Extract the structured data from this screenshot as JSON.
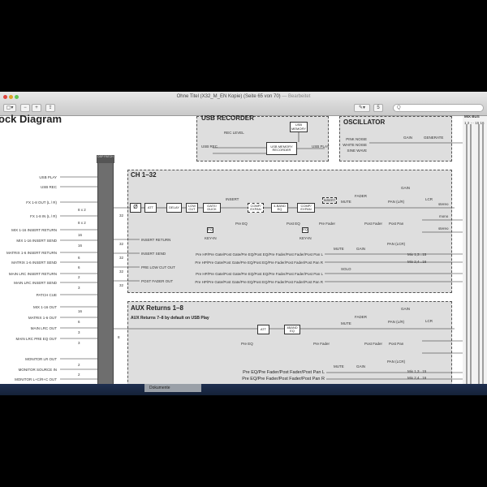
{
  "window": {
    "title": "Ohne Titel (X32_M_EN Kopie) (Seite 65 von 70)",
    "title_suffix": "— Bearbeitet",
    "toolbar": {
      "sidebar": "▢▾",
      "zoom_out": "−",
      "zoom_in": "+",
      "share": "⇪",
      "annotate": "✎▾",
      "page_number": "5",
      "edit": "✎",
      "search_placeholder": "Q"
    }
  },
  "dock": {
    "item": "Dokumente"
  },
  "diagram": {
    "heading": "ock Diagram",
    "usb_recorder": {
      "title": "USB RECORDER",
      "rec_level": "REC LEVEL",
      "usb_memory": "USB MEMORY",
      "usb_memory_recorder": "USB MEMORY RECORDER",
      "usb_rec": "USB REC",
      "usb_play": "USB PLAY"
    },
    "oscillator": {
      "title": "OSCILLATOR",
      "pink": "PINK NOISE",
      "white": "WHITE NOISE",
      "sine": "SINE WAVE",
      "gain": "GAIN",
      "generate": "GENERATE"
    },
    "mix_bus": {
      "label": "MIX BUS",
      "channels": "1 2 ··· 15 16"
    },
    "dsp_patch": "DSP PATCH",
    "left_labels": [
      "USB PLAY",
      "USB REC",
      "FX 1-8 OUT (L / R)",
      "FX 1-8 IN (L / R)",
      "MIX 1-16 INSERT RETURN",
      "MIX 1-16 INSERT SEND",
      "MATRIX 1-6 INSERT RETURN",
      "MATRIX 1-6 INSERT SEND",
      "MAIN LRC INSERT RETURN",
      "MAIN LRC INSERT SEND",
      "PATCH CUE",
      "MIX 1-16 OUT",
      "MATRIX 1-6 OUT",
      "MAIN LRC OUT",
      "MAIN LRC PRE EQ OUT",
      "MONITOR LR OUT",
      "MONITOR SOURCE IN",
      "MONITOR L+C/R+C OUT"
    ],
    "bus_counts": [
      "8 x 2",
      "8 x 2",
      "16",
      "16",
      "6",
      "6",
      "2",
      "3",
      "16",
      "6",
      "3",
      "3",
      "2",
      "2"
    ],
    "ch": {
      "title": "CH 1–32",
      "phase": "Ø",
      "att": "ATT",
      "delay": "DELAY",
      "low_cut": "LOW CUT",
      "gate": "GATE/ DUCK",
      "insert": "INSERT",
      "comp1": "COMP/ EXPAN",
      "eq": "4-BAND EQ",
      "comp2": "COMP/ EXPAN",
      "insert2": "INSERT",
      "mute": "MUTE",
      "fader": "FADER",
      "post_fader": "Post Fader",
      "pan_lr": "PAN (L/R)",
      "pan_lcr": "PAN (LCR)",
      "post_pan": "Post Pan",
      "gain": "GAIN",
      "lcr": "LCR",
      "stereo": "stereo",
      "mono": "mono",
      "pre_eq": "Pre EQ",
      "post_eq": "Post EQ",
      "pre_fader": "Pre Fader",
      "eq_small": "EQ",
      "key_in": "KEY-IN",
      "count": "32",
      "signals": [
        "INSERT RETURN",
        "INSERT SEND",
        "PRE LOW CUT OUT",
        "POST FADER OUT"
      ],
      "sends": [
        "Pre HP/Pre Gate/Post Gate/Pre EQ/Post EQ/Pre Fader/Post Fader/Post Pan L",
        "Pre HP/Pre Gate/Post Gate/Pre EQ/Post EQ/Pre Fader/Post Fader/Post Pan R",
        "Pre HP/Pre Gate/Post Gate/Pre EQ/Post EQ/Pre Fader/Post Fader/Post Pan L",
        "Pre HP/Pre Gate/Post Gate/Pre EQ/Post EQ/Pre Fader/Post Fader/Post Pan R"
      ],
      "send_mute": "MUTE",
      "send_gain": "GAIN",
      "solo": "SOLO",
      "mix_odd": "Mix 1,3...15",
      "mix_even": "Mix 2,4...16",
      "mute_small": "mute"
    },
    "aux": {
      "title": "AUX Returns 1–8",
      "subtitle": "AUX Returns 7–8 by default on USB Play",
      "att": "ATT",
      "eq": "4BAND EQ",
      "pre_eq": "Pre EQ",
      "pre_fader": "Pre Fader",
      "count": "8",
      "sends": [
        "Pre EQ/Pre Fader/Post Fader/Post Pan L",
        "Pre EQ/Pre Fader/Post Fader/Post Pan R"
      ]
    }
  }
}
